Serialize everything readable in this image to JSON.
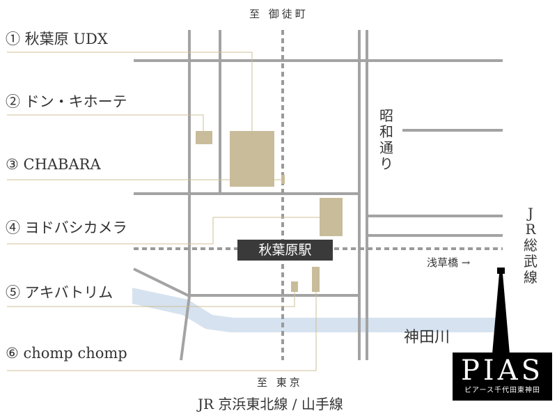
{
  "destinations": {
    "north": "至 御徒町",
    "south": "至 東京"
  },
  "legend": [
    {
      "label": "① 秋葉原 UDX"
    },
    {
      "label": "② ドン・キホーテ"
    },
    {
      "label": "③ CHABARA"
    },
    {
      "label": "④ ヨドバシカメラ"
    },
    {
      "label": "⑤ アキバトリム"
    },
    {
      "label": "⑥ chomp chomp"
    }
  ],
  "station": "秋葉原駅",
  "streets": {
    "showa_dori": [
      "昭",
      "和",
      "通",
      "り"
    ]
  },
  "railways": {
    "sobu_line": [
      "J",
      "R",
      "総",
      "武",
      "線"
    ],
    "keihin_yamanote": "JR 京浜東北線 / 山手線"
  },
  "river": "神田川",
  "asakusabashi": "浅草橋 →",
  "brand": {
    "logo": "PIAS",
    "subtitle": "ピアース千代田東神田"
  },
  "colors": {
    "road": "#a3a3a3",
    "building": "#c8bc9a",
    "river": "#d6e2ef",
    "leader": "#cdbf95",
    "rail": "#9a9a9a",
    "station_bg": "#3a3a3a"
  }
}
